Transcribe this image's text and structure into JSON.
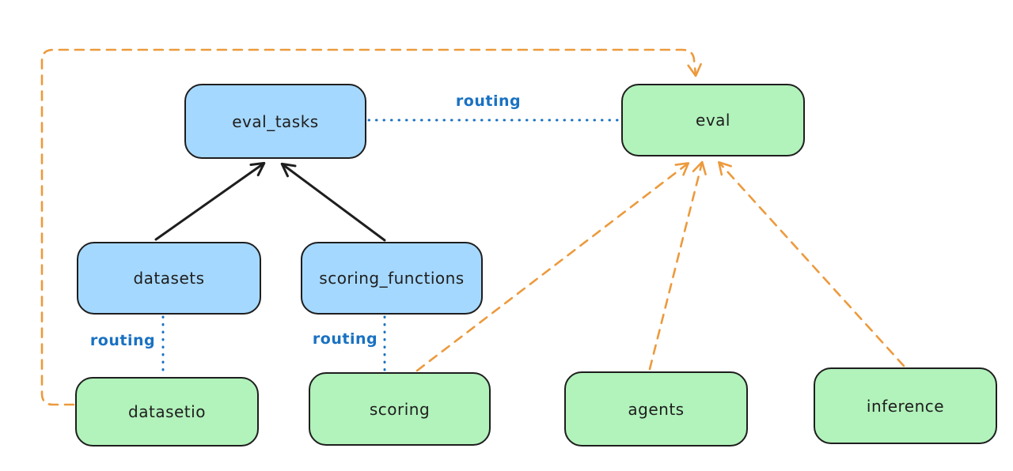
{
  "nodes": {
    "eval_tasks": {
      "label": "eval_tasks",
      "fill": "blue"
    },
    "eval": {
      "label": "eval",
      "fill": "green"
    },
    "datasets": {
      "label": "datasets",
      "fill": "blue"
    },
    "scoring_functions": {
      "label": "scoring_functions",
      "fill": "blue"
    },
    "datasetio": {
      "label": "datasetio",
      "fill": "green"
    },
    "scoring": {
      "label": "scoring",
      "fill": "green"
    },
    "agents": {
      "label": "agents",
      "fill": "green"
    },
    "inference": {
      "label": "inference",
      "fill": "green"
    }
  },
  "edge_labels": {
    "routing_eval_tasks_to_eval": "routing",
    "routing_datasets_to_datasetio": "routing",
    "routing_scoring_functions_to_scoring": "routing"
  },
  "edges": [
    {
      "from": "datasets",
      "to": "eval_tasks",
      "style": "solid-arrow",
      "color": "#1e1e1e"
    },
    {
      "from": "scoring_functions",
      "to": "eval_tasks",
      "style": "solid-arrow",
      "color": "#1e1e1e"
    },
    {
      "from": "eval_tasks",
      "to": "eval",
      "style": "dotted",
      "color": "#1971c2",
      "label": "routing"
    },
    {
      "from": "datasets",
      "to": "datasetio",
      "style": "dotted",
      "color": "#1971c2",
      "label": "routing"
    },
    {
      "from": "scoring_functions",
      "to": "scoring",
      "style": "dotted",
      "color": "#1971c2",
      "label": "routing"
    },
    {
      "from": "datasetio",
      "to": "eval",
      "style": "dashed-arrow",
      "color": "#ec9a3d"
    },
    {
      "from": "scoring",
      "to": "eval",
      "style": "dashed-arrow",
      "color": "#ec9a3d"
    },
    {
      "from": "agents",
      "to": "eval",
      "style": "dashed-arrow",
      "color": "#ec9a3d"
    },
    {
      "from": "inference",
      "to": "eval",
      "style": "dashed-arrow",
      "color": "#ec9a3d"
    }
  ],
  "colors": {
    "registry_fill": "#a5d8ff",
    "provider_fill": "#b2f2bb",
    "node_stroke": "#1e1e1e",
    "routing_blue": "#1971c2",
    "orange_dashed": "#ec9a3d",
    "background": "#ffffff"
  }
}
